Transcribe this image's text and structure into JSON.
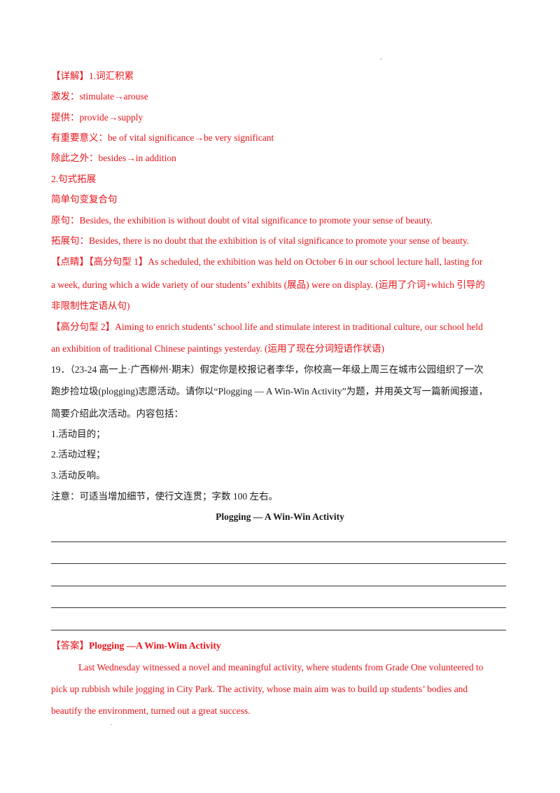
{
  "detail": {
    "label": "【详解】",
    "heading": "1.词汇积累",
    "vocab": [
      "激发：stimulate→arouse",
      "提供：provide→supply",
      "有重要意义：be of vital significance→be very significant",
      "除此之外：besides→in addition"
    ],
    "sentence_heading": "2.句式拓展",
    "sentence_sub": "简单句变复合句",
    "original": "原句：Besides, the exhibition is without doubt of vital significance to promote your sense of beauty.",
    "expanded": "拓展句：Besides, there is no doubt that the exhibition is of vital significance to promote your sense of beauty."
  },
  "highlight": {
    "label": "【点睛】",
    "p1_line1": "【高分句型 1】As scheduled, the exhibition was held on October 6 in our school lecture hall, lasting for",
    "p1_line2": "a week, during which a wide variety of our students’ exhibits (展品) were on display. (运用了介词+which 引导的",
    "p1_line3": "非限制性定语从句)",
    "p2_line1": "【高分句型 2】Aiming to enrich students’ school life and stimulate interest in traditional culture, our school held",
    "p2_line2": "an exhibition of traditional Chinese paintings yesterday. (运用了现在分词短语作状语)"
  },
  "question": {
    "line1": "19．（23-24 高一上·广西柳州·期末）假定你是校报记者李华，你校高一年级上周三在城市公园组织了一次",
    "line2": "跑步捡垃圾(plogging)志愿活动。请你以“Plogging — A Win-Win Activity”为题，并用英文写一篇新闻报道，",
    "line3": "简要介绍此次活动。内容包括：",
    "items": [
      "1.活动目的；",
      "2.活动过程；",
      "3.活动反响。"
    ],
    "note": "注意：可适当增加细节，使行文连贯；字数 100 左右。",
    "title": "Plogging — A Win-Win Activity"
  },
  "answer": {
    "label": "【答案】",
    "title": "Plogging —A Wim-Wim Activity",
    "line1": "Last Wednesday witnessed a novel and meaningful activity, where students from Grade One volunteered to",
    "line2": "pick up rubbish while jogging in City Park. The activity, whose main aim was to build up students’ bodies and",
    "line3": "beautify the environment, turned out a great success."
  }
}
